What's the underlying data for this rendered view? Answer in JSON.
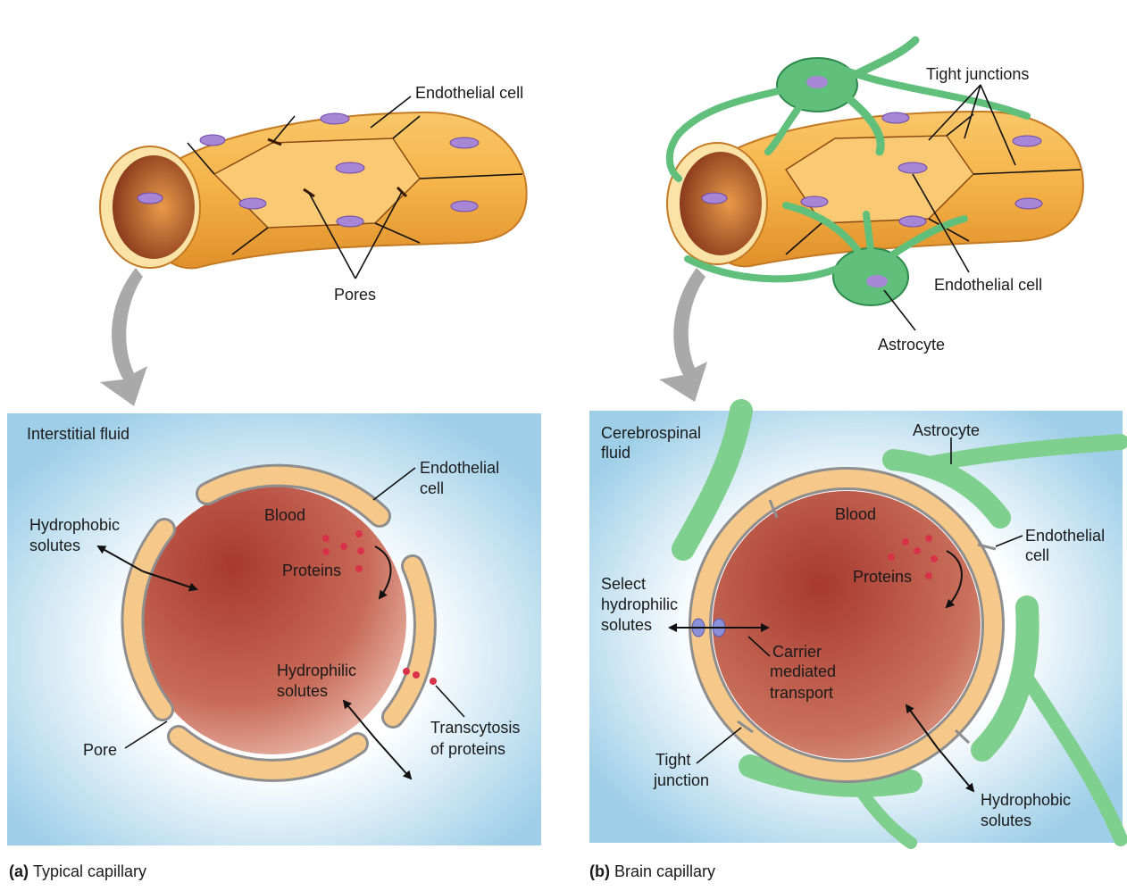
{
  "panel_a": {
    "caption_letter": "(a)",
    "caption_text": "Typical capillary",
    "top_labels": {
      "endothelial_cell": "Endothelial cell",
      "pores": "Pores"
    },
    "cross_section": {
      "interstitial_fluid": "Interstitial fluid",
      "endothelial_cell_line1": "Endothelial",
      "endothelial_cell_line2": "cell",
      "blood": "Blood",
      "proteins": "Proteins",
      "hydrophobic_line1": "Hydrophobic",
      "hydrophobic_line2": "solutes",
      "hydrophilic_line1": "Hydrophilic",
      "hydrophilic_line2": "solutes",
      "pore": "Pore",
      "transcytosis_line1": "Transcytosis",
      "transcytosis_line2": "of proteins"
    }
  },
  "panel_b": {
    "caption_letter": "(b)",
    "caption_text": "Brain capillary",
    "top_labels": {
      "tight_junctions": "Tight junctions",
      "endothelial_cell": "Endothelial cell",
      "astrocyte": "Astrocyte"
    },
    "cross_section": {
      "csf_line1": "Cerebrospinal",
      "csf_line2": "fluid",
      "astrocyte": "Astrocyte",
      "blood": "Blood",
      "endothelial_cell_line1": "Endothelial",
      "endothelial_cell_line2": "cell",
      "proteins": "Proteins",
      "select_line1": "Select",
      "select_line2": "hydrophilic",
      "select_line3": "solutes",
      "carrier_line1": "Carrier",
      "carrier_line2": "mediated",
      "carrier_line3": "transport",
      "tight_line1": "Tight",
      "tight_line2": "junction",
      "hydrophobic_line1": "Hydrophobic",
      "hydrophobic_line2": "solutes"
    }
  },
  "colors": {
    "fluid_blue": "#9fcfe8",
    "glow_white": "#ffffff",
    "blood_red": "#b0463a",
    "endothelium": "#f6c98a",
    "tube_orange": "#f3a63c",
    "astrocyte_green": "#5fbf7b",
    "protein_red": "#d8324a",
    "nucleus_purple": "#a786d6",
    "arrow_gray": "#a9a9a9"
  }
}
